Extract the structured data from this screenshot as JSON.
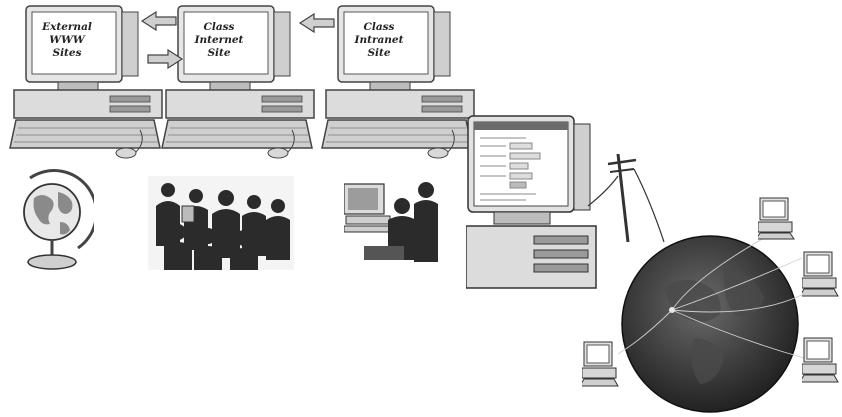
{
  "computers": [
    {
      "label": "External\nWWW\nSites"
    },
    {
      "label": "Class\nInternet\nSite"
    },
    {
      "label": "Class\nIntranet\nSite"
    }
  ],
  "arrows": [
    "arrow-left",
    "arrow-right",
    "arrow-left"
  ],
  "icons": [
    "globe-icon",
    "classroom-group-icon",
    "student-at-computer-icon",
    "desktop-computer-icon",
    "utility-pole-icon",
    "networked-earth-icon",
    "remote-computer-icon"
  ]
}
